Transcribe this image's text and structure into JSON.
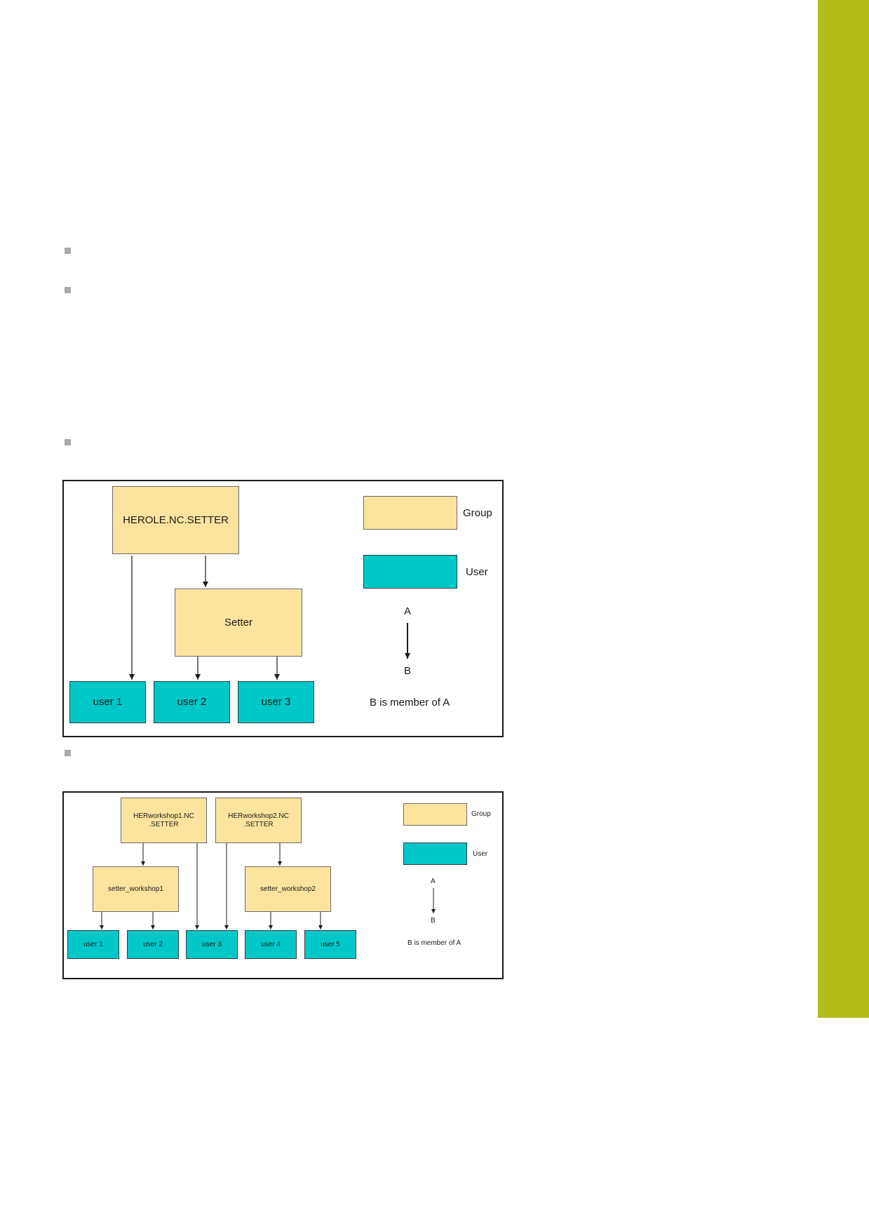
{
  "page": {
    "accent_color": "#b3bd1b"
  },
  "colors": {
    "group": "#fde49e",
    "user": "#00c8c8",
    "bullet": "#a9a9a9"
  },
  "diagram1": {
    "root_group": "HEROLE.NC.SETTER",
    "sub_group": "Setter",
    "users": [
      "user 1",
      "user 2",
      "user 3"
    ],
    "legend": {
      "group_label": "Group",
      "user_label": "User",
      "a_label": "A",
      "b_label": "B",
      "caption": "B is member of A"
    }
  },
  "diagram2": {
    "root_groups": [
      "HERworkshop1.NC\n.SETTER",
      "HERworkshop2.NC\n.SETTER"
    ],
    "sub_groups": [
      "setter_workshop1",
      "setter_workshop2"
    ],
    "users": [
      "user 1",
      "user 2",
      "user 3",
      "user 4",
      "user 5"
    ],
    "legend": {
      "group_label": "Group",
      "user_label": "User",
      "a_label": "A",
      "b_label": "B",
      "caption": "B is member of A"
    }
  }
}
